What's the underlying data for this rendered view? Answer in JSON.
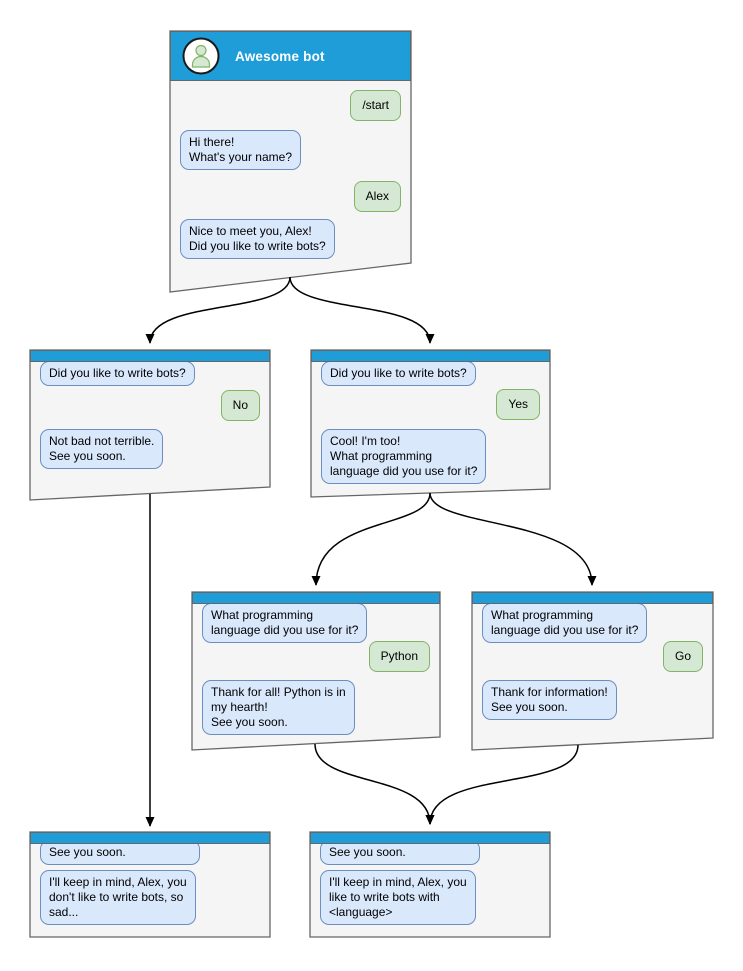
{
  "colors": {
    "header_blue": "#1e9dd8",
    "card_fill": "#f5f5f5",
    "card_border": "#666666",
    "bot_bubble_fill": "#dae8fc",
    "bot_bubble_border": "#6c8ebf",
    "user_bubble_fill": "#d5e8d4",
    "user_bubble_border": "#82b366",
    "avatar_fill": "#d5e8d4",
    "avatar_stroke": "#82b366",
    "connector": "#000000"
  },
  "cards": [
    {
      "title": "Awesome bot",
      "bubbles": [
        {
          "from": "user",
          "text": "/start"
        },
        {
          "from": "bot",
          "text": "Hi there!\nWhat's your name?"
        },
        {
          "from": "user",
          "text": "Alex"
        },
        {
          "from": "bot",
          "text": "Nice to meet you, Alex!\nDid you like to write bots?"
        }
      ]
    },
    {
      "bubbles": [
        {
          "from": "bot",
          "text": "Did you like to write bots?"
        },
        {
          "from": "user",
          "text": "No"
        },
        {
          "from": "bot",
          "text": "Not bad not terrible.\nSee you soon."
        }
      ]
    },
    {
      "bubbles": [
        {
          "from": "bot",
          "text": "Did you like to write bots?"
        },
        {
          "from": "user",
          "text": "Yes"
        },
        {
          "from": "bot",
          "text": "Cool! I'm too!\nWhat programming\nlanguage did you use for it?"
        }
      ]
    },
    {
      "bubbles": [
        {
          "from": "bot",
          "text": "What programming\nlanguage did you use for it?"
        },
        {
          "from": "user",
          "text": "Python"
        },
        {
          "from": "bot",
          "text": "Thank for all! Python is in\nmy hearth!\nSee you soon."
        }
      ]
    },
    {
      "bubbles": [
        {
          "from": "bot",
          "text": "What programming\nlanguage did you use for it?"
        },
        {
          "from": "user",
          "text": "Go"
        },
        {
          "from": "bot",
          "text": "Thank for information!\nSee you soon."
        }
      ]
    },
    {
      "bubbles": [
        {
          "from": "bot",
          "text": "See you soon."
        },
        {
          "from": "bot",
          "text": "I'll keep in mind, Alex, you\ndon't like to write bots, so\nsad..."
        }
      ]
    },
    {
      "bubbles": [
        {
          "from": "bot",
          "text": "See you soon."
        },
        {
          "from": "bot",
          "text": "I'll keep in mind, Alex, you\nlike to write bots with\n<language>"
        }
      ]
    }
  ]
}
